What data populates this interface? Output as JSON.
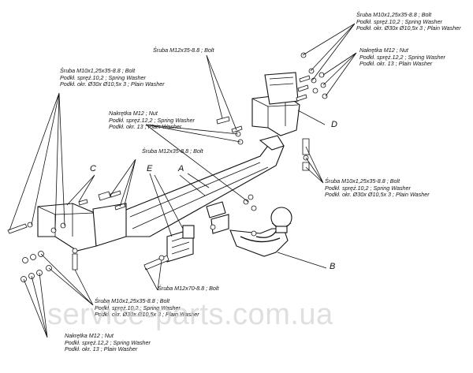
{
  "labels": {
    "top_right": [
      "Śruba M10x1,25x35-8.8 ;  Bolt",
      "Podkł. spręż.10,2 ; Spring Washer",
      "Podkł. okr.  Ø30x Ø10,5x 3 ; Plain Washer"
    ],
    "right_nut": [
      "Nakrętka  M12 ; Nut",
      "Podkł. spręż.12,2 ; Spring Washer",
      "Podkł. okr. 13 ; Plain Washer"
    ],
    "top_center": [
      "Śruba M12x35-8.8 ;  Bolt"
    ],
    "left_top": [
      "Śruba M10x1,25x35-8.8 ;  Bolt",
      "Podkł. spręż.10,2 ; Spring Washer",
      "Podkł. okr.  Ø30x Ø10,5x 3 ; Plain Washer"
    ],
    "center_nut": [
      "Nakrętka  M12 ; Nut",
      "Podkł. spręż.12,2 ; Spring Washer",
      "Podkł. okr. 13 ; Plain Washer"
    ],
    "center_bolt": [
      "Śruba M12x35-8.8 ;  Bolt"
    ],
    "right_mid": [
      "Śruba M10x1,25x35-8.8 ;  Bolt",
      "Podkł. spręż.10,2 ; Spring Washer",
      "Podkł. okr.  Ø30x Ø10,5x 3 ; Plain Washer"
    ],
    "bottom_bolt": [
      "Śruba M12x70-8.8 ;  Bolt"
    ],
    "bottom_center": [
      "Śruba M10x1,25x35-8.8 ;  Bolt",
      "Podkł. spręż.10,2 ; Spring Washer",
      "Podkł. okr.  Ø30x Ø10,5x 3 ; Plain Washer"
    ],
    "bottom_left": [
      "Nakrętka  M12 ; Nut",
      "Podkł. spręż.12,2 ; Spring Washer",
      "Podkł. okr. 13 ; Plain Washer"
    ]
  },
  "part_letters": {
    "a": "A",
    "b": "B",
    "c": "C",
    "d": "D",
    "e": "E"
  },
  "watermark": "service-parts.com.ua"
}
